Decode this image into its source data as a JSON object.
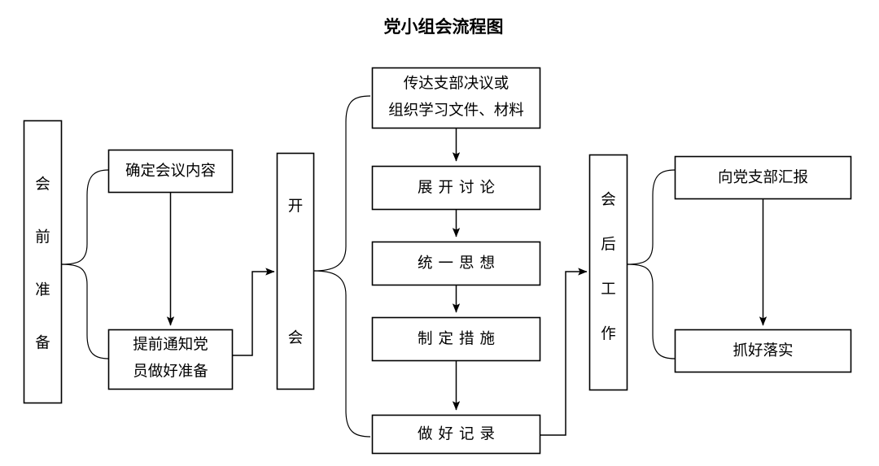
{
  "title": "党小组会流程图",
  "chart_data": {
    "type": "diagram",
    "title": "党小组会流程图",
    "diagram_kind": "flowchart",
    "orientation": "left-to-right with vertical sub-stacks",
    "stages": [
      {
        "id": "stage-pre-meeting",
        "label": "会前准备",
        "shape": "vertical-bar",
        "text_direction": "vertical",
        "children": [
          "确定会议内容",
          "提前通知党员做好准备"
        ]
      },
      {
        "id": "stage-meeting",
        "label": "开会",
        "shape": "vertical-bar",
        "text_direction": "vertical",
        "children": [
          "传达支部决议或组织学习文件、材料",
          "展开讨论",
          "统一思想",
          "制定措施",
          "做好记录"
        ]
      },
      {
        "id": "stage-post-meeting",
        "label": "会后工作",
        "shape": "vertical-bar",
        "text_direction": "vertical",
        "children": [
          "向党支部汇报",
          "抓好落实"
        ]
      }
    ],
    "nodes": [
      {
        "id": "n-confirm-content",
        "label": "确定会议内容",
        "lines": [
          "确定会议内容"
        ]
      },
      {
        "id": "n-notify-members",
        "label": "提前通知党员做好准备",
        "lines": [
          "提前通知党",
          "员做好准备"
        ]
      },
      {
        "id": "n-convey-resolution",
        "label": "传达支部决议或组织学习文件、材料",
        "lines": [
          "传达支部决议或",
          "组织学习文件、材料"
        ]
      },
      {
        "id": "n-discussion",
        "label": "展开讨论",
        "lines": [
          "展开讨论"
        ]
      },
      {
        "id": "n-unify-thinking",
        "label": "统一思想",
        "lines": [
          "统一思想"
        ]
      },
      {
        "id": "n-make-measures",
        "label": "制定措施",
        "lines": [
          "制定措施"
        ]
      },
      {
        "id": "n-keep-records",
        "label": "做好记录",
        "lines": [
          "做好记录"
        ]
      },
      {
        "id": "n-report-branch",
        "label": "向党支部汇报",
        "lines": [
          "向党支部汇报"
        ]
      },
      {
        "id": "n-implement",
        "label": "抓好落实",
        "lines": [
          "抓好落实"
        ]
      }
    ],
    "edges": [
      {
        "from": "会前准备",
        "to": "确定会议内容",
        "style": "brace"
      },
      {
        "from": "会前准备",
        "to": "提前通知党员做好准备",
        "style": "brace"
      },
      {
        "from": "确定会议内容",
        "to": "提前通知党员做好准备",
        "style": "arrow-down"
      },
      {
        "from": "提前通知党员做好准备",
        "to": "开会",
        "style": "arrow-elbow-right"
      },
      {
        "from": "开会",
        "to": "传达支部决议或组织学习文件、材料",
        "style": "brace"
      },
      {
        "from": "开会",
        "to": "做好记录",
        "style": "brace"
      },
      {
        "from": "传达支部决议或组织学习文件、材料",
        "to": "展开讨论",
        "style": "arrow-down"
      },
      {
        "from": "展开讨论",
        "to": "统一思想",
        "style": "arrow-down"
      },
      {
        "from": "统一思想",
        "to": "制定措施",
        "style": "arrow-down"
      },
      {
        "from": "制定措施",
        "to": "做好记录",
        "style": "arrow-down"
      },
      {
        "from": "做好记录",
        "to": "会后工作",
        "style": "arrow-elbow-right"
      },
      {
        "from": "会后工作",
        "to": "向党支部汇报",
        "style": "brace"
      },
      {
        "from": "会后工作",
        "to": "抓好落实",
        "style": "brace"
      },
      {
        "from": "向党支部汇报",
        "to": "抓好落实",
        "style": "arrow-down"
      }
    ],
    "colors": {
      "background": "#ffffff",
      "box_fill": "#ffffff",
      "box_stroke": "#000000",
      "text": "#000000",
      "connector": "#000000"
    }
  },
  "vertical_labels": {
    "pre_meeting": [
      "会",
      "前",
      "准",
      "备"
    ],
    "meeting": [
      "开",
      "会"
    ],
    "post_meeting": [
      "会",
      "后",
      "工",
      "作"
    ]
  },
  "boxes": {
    "confirm_content": "确定会议内容",
    "notify_line1": "提前通知党",
    "notify_line2": "员做好准备",
    "convey_line1": "传达支部决议或",
    "convey_line2": "组织学习文件、材料",
    "discussion": "展开讨论",
    "unify": "统一思想",
    "measures": "制定措施",
    "records": "做好记录",
    "report": "向党支部汇报",
    "implement": "抓好落实"
  }
}
